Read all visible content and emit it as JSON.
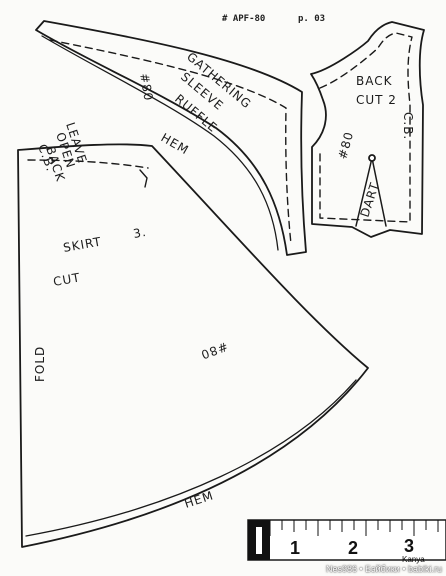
{
  "header": {
    "code": "# APF-80",
    "page": "p. 03"
  },
  "sleeve": {
    "gathering": "GATHERING",
    "number": "#80",
    "name1": "SLEEVE",
    "name2": "RUFFLE",
    "hem": "HEM"
  },
  "back": {
    "title": "BACK",
    "cut": "CUT 2",
    "number": "#80",
    "dart": "DART",
    "cb": "C.B."
  },
  "skirt": {
    "cb": "C.B.",
    "leave1": "LEAVE",
    "leave2": "OPEN",
    "leave3": "BACK",
    "name": "SKIRT",
    "piece": "3.",
    "cut": "CUT",
    "fold": "FOLD",
    "number": "#80",
    "hem": "HEM"
  },
  "ruler": {
    "ticks": [
      "1",
      "2",
      "3"
    ],
    "brand": "Kanya"
  },
  "watermark": "Nes986 • Бэйбики • babiki.ru"
}
